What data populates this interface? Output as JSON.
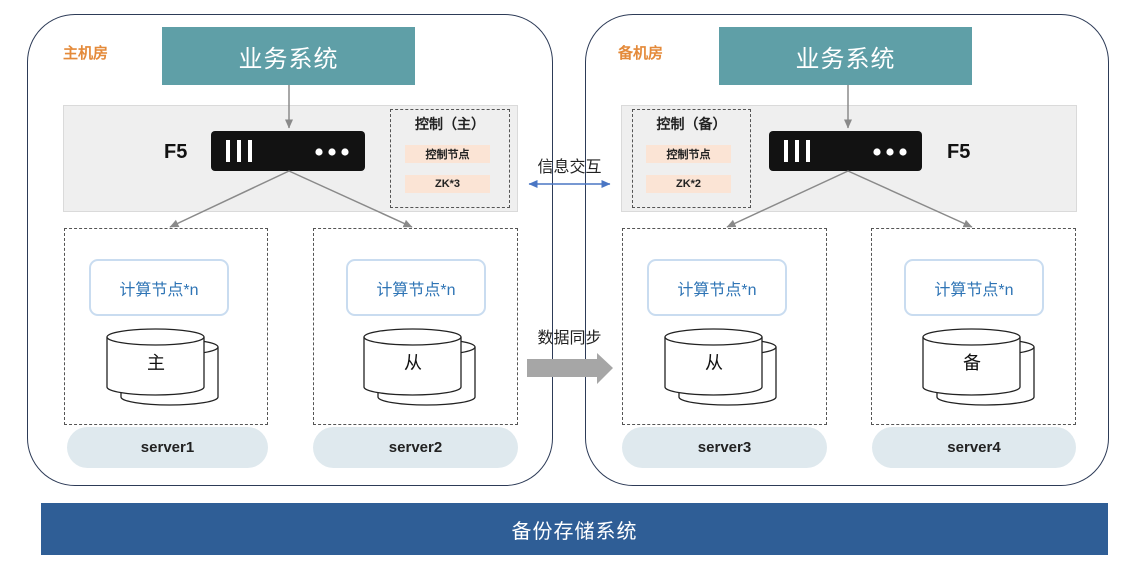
{
  "rooms": [
    {
      "label": "主机房",
      "business_system": "业务系统",
      "f5_label": "F5",
      "control": {
        "title": "控制（主）",
        "node": "控制节点",
        "zk": "ZK*3"
      },
      "servers": [
        {
          "compute": "计算节点*n",
          "db_role": "主",
          "name": "server1"
        },
        {
          "compute": "计算节点*n",
          "db_role": "从",
          "name": "server2"
        }
      ]
    },
    {
      "label": "备机房",
      "business_system": "业务系统",
      "f5_label": "F5",
      "control": {
        "title": "控制（备）",
        "node": "控制节点",
        "zk": "ZK*2"
      },
      "servers": [
        {
          "compute": "计算节点*n",
          "db_role": "从",
          "name": "server3"
        },
        {
          "compute": "计算节点*n",
          "db_role": "备",
          "name": "server4"
        }
      ]
    }
  ],
  "links": {
    "info_exchange": "信息交互",
    "data_sync": "数据同步"
  },
  "backup_storage": "备份存储系统",
  "icons": {
    "f5_device": "load-balancer-icon",
    "database": "database-stack-icon"
  },
  "colors": {
    "business_box": "#5f9fa7",
    "room_label": "#e48a3a",
    "control_pill": "#fbe4d5",
    "compute_text": "#2e74b5",
    "server_pill": "#dfe9ee",
    "info_arrow": "#4a76c4",
    "sync_arrow": "#a6a6a6",
    "flow_arrow": "#8a8a8a",
    "storage_bar": "#2f5e96"
  }
}
